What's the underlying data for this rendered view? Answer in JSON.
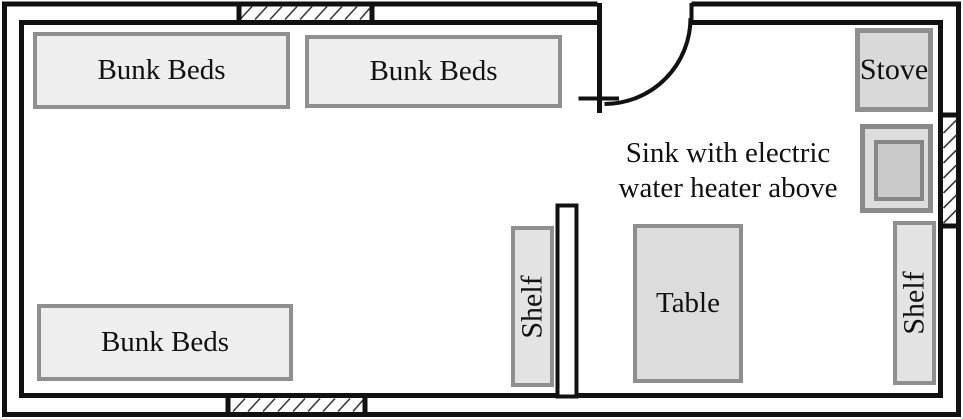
{
  "plan": {
    "type": "floor-plan"
  },
  "furniture": {
    "bunk_bed_top_left": {
      "label": "Bunk Beds"
    },
    "bunk_bed_top_middle": {
      "label": "Bunk Beds"
    },
    "bunk_bed_bottom_left": {
      "label": "Bunk Beds"
    },
    "stove": {
      "label": "Stove"
    },
    "table": {
      "label": "Table"
    },
    "shelf_left": {
      "label": "Shelf"
    },
    "shelf_right": {
      "label": "Shelf"
    },
    "sink": {
      "label_line1": "Sink with electric",
      "label_line2": "water heater above"
    }
  },
  "colors": {
    "background": "#ffffff",
    "wall": "#111111",
    "hatch": "#3a3a3a",
    "text": "#111111",
    "furniture_border": "#8f8f8f",
    "bunk_fill": "#eeeeee",
    "stove_fill": "#d9d9d9",
    "table_fill": "#dcdcdc",
    "shelf_fill": "#e3e3e3",
    "sink_fill": "#dddddd",
    "sink_basin_fill": "#cacaca"
  }
}
